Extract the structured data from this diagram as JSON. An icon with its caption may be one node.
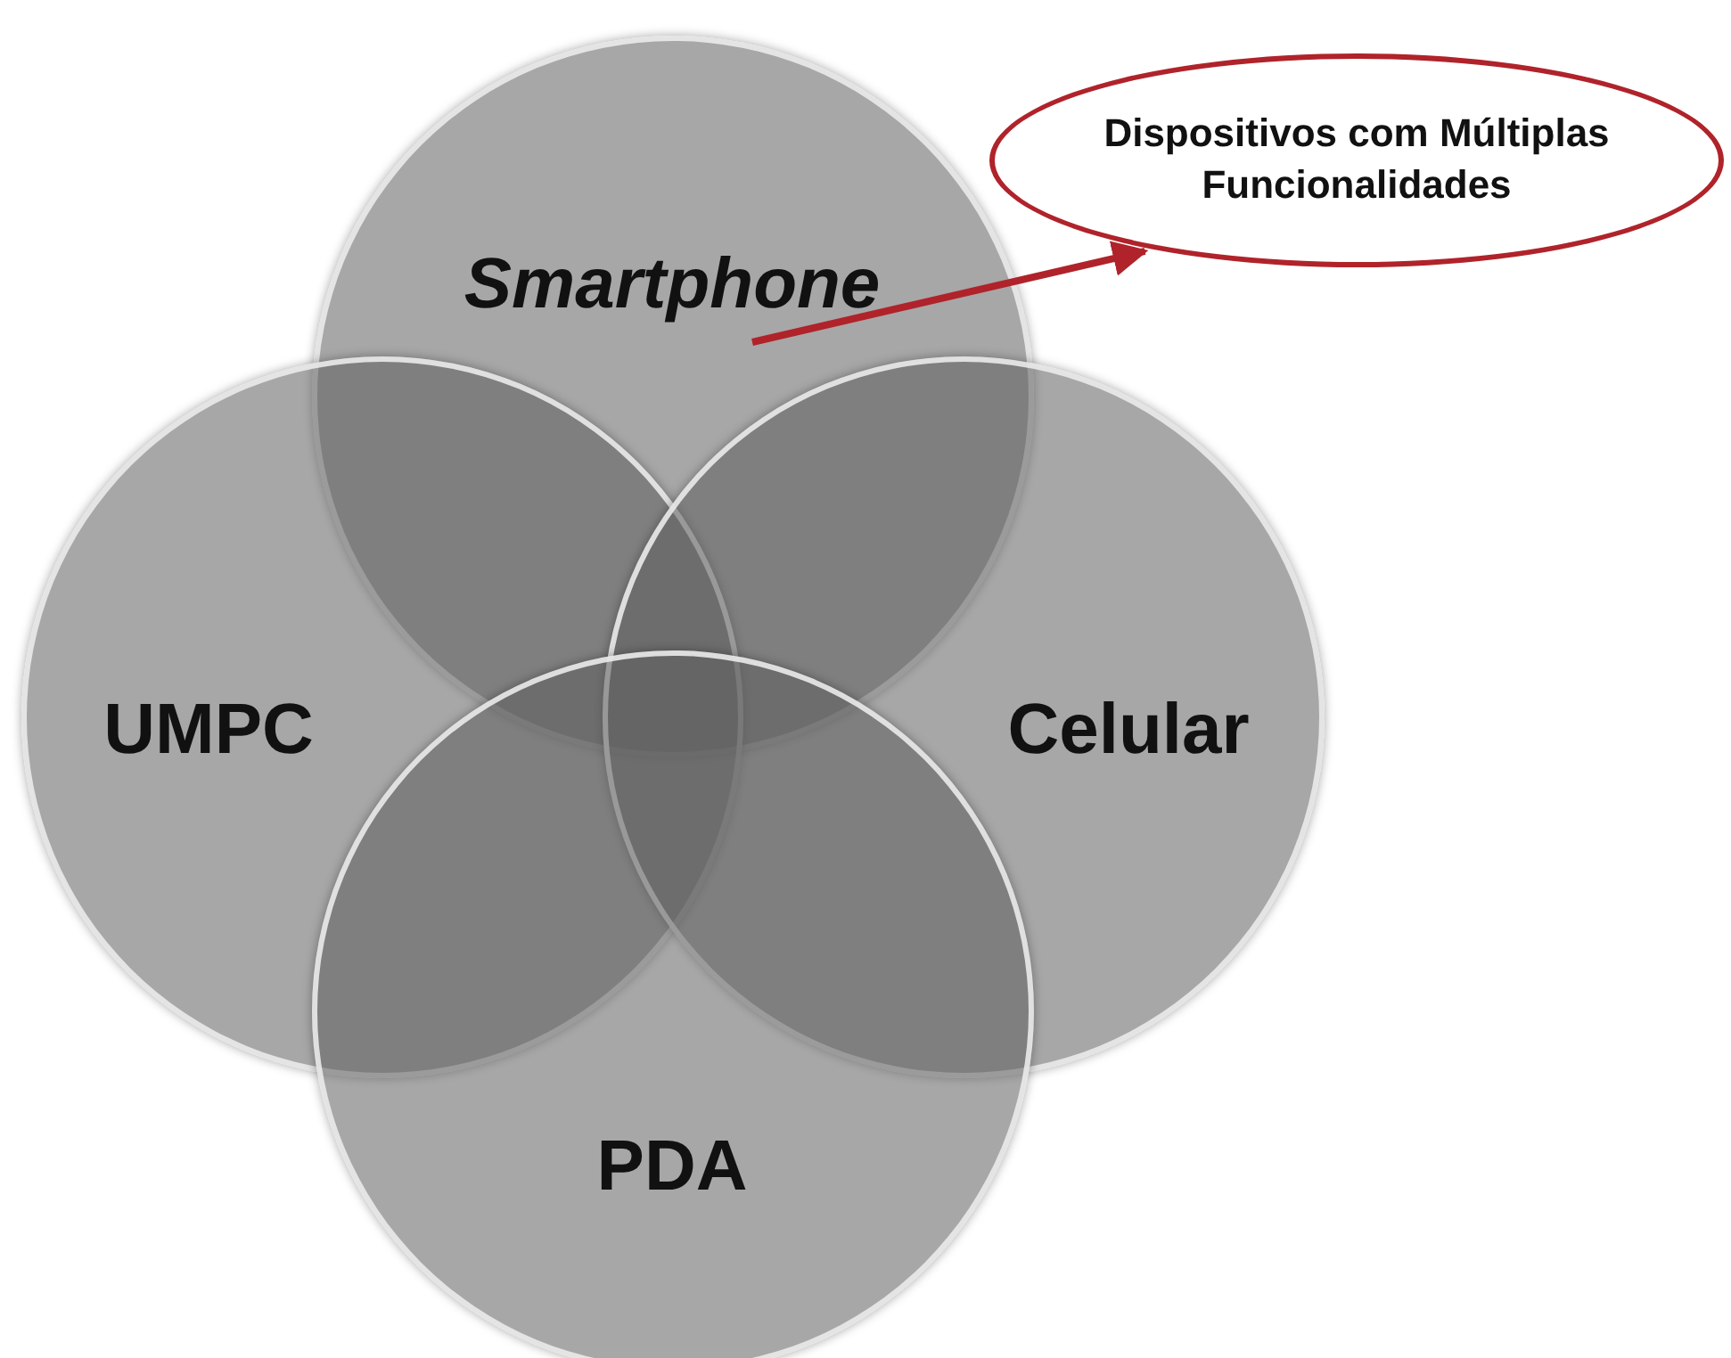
{
  "diagram": {
    "nodes": [
      {
        "text": [
          "Dispositivos com Múltiplas Funcionalidades"
        ]
      },
      {
        "text": [
          "Smartphone"
        ]
      },
      {
        "text": [
          "UMPC"
        ]
      },
      {
        "text": [
          "Celular"
        ]
      },
      {
        "text": [
          "PDA"
        ]
      }
    ],
    "edges": [
      {
        "from": 1,
        "to": 0,
        "arrow": "to"
      }
    ]
  }
}
